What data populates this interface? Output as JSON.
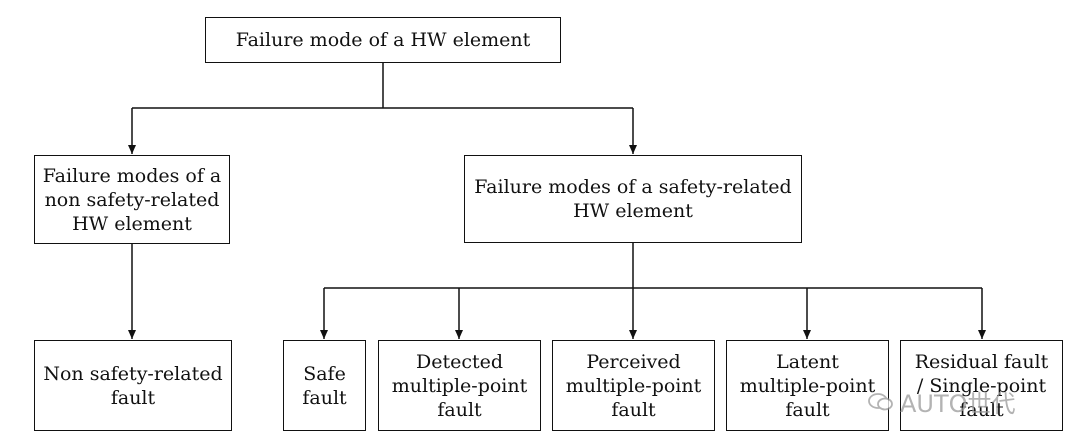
{
  "diagram": {
    "nodes": {
      "root": "Failure mode of a HW element",
      "non_safety": "Failure modes of a\nnon safety-related\nHW element",
      "safety": "Failure modes of a safety-related\nHW element",
      "non_safety_fault": "Non safety-related\nfault",
      "safe_fault": "Safe\nfault",
      "detected": "Detected\nmultiple-point\nfault",
      "perceived": "Perceived\nmultiple-point\nfault",
      "latent": "Latent\nmultiple-point\nfault",
      "residual": "Residual fault\n/ Single-point\nfault"
    },
    "edges": [
      {
        "from": "root",
        "to": "non_safety"
      },
      {
        "from": "root",
        "to": "safety"
      },
      {
        "from": "non_safety",
        "to": "non_safety_fault"
      },
      {
        "from": "safety",
        "to": "safe_fault"
      },
      {
        "from": "safety",
        "to": "detected"
      },
      {
        "from": "safety",
        "to": "perceived"
      },
      {
        "from": "safety",
        "to": "latent"
      },
      {
        "from": "safety",
        "to": "residual"
      }
    ]
  },
  "watermark": "AUTO世代",
  "colors": {
    "line": "#111111",
    "watermark": "#9a9a9a"
  }
}
